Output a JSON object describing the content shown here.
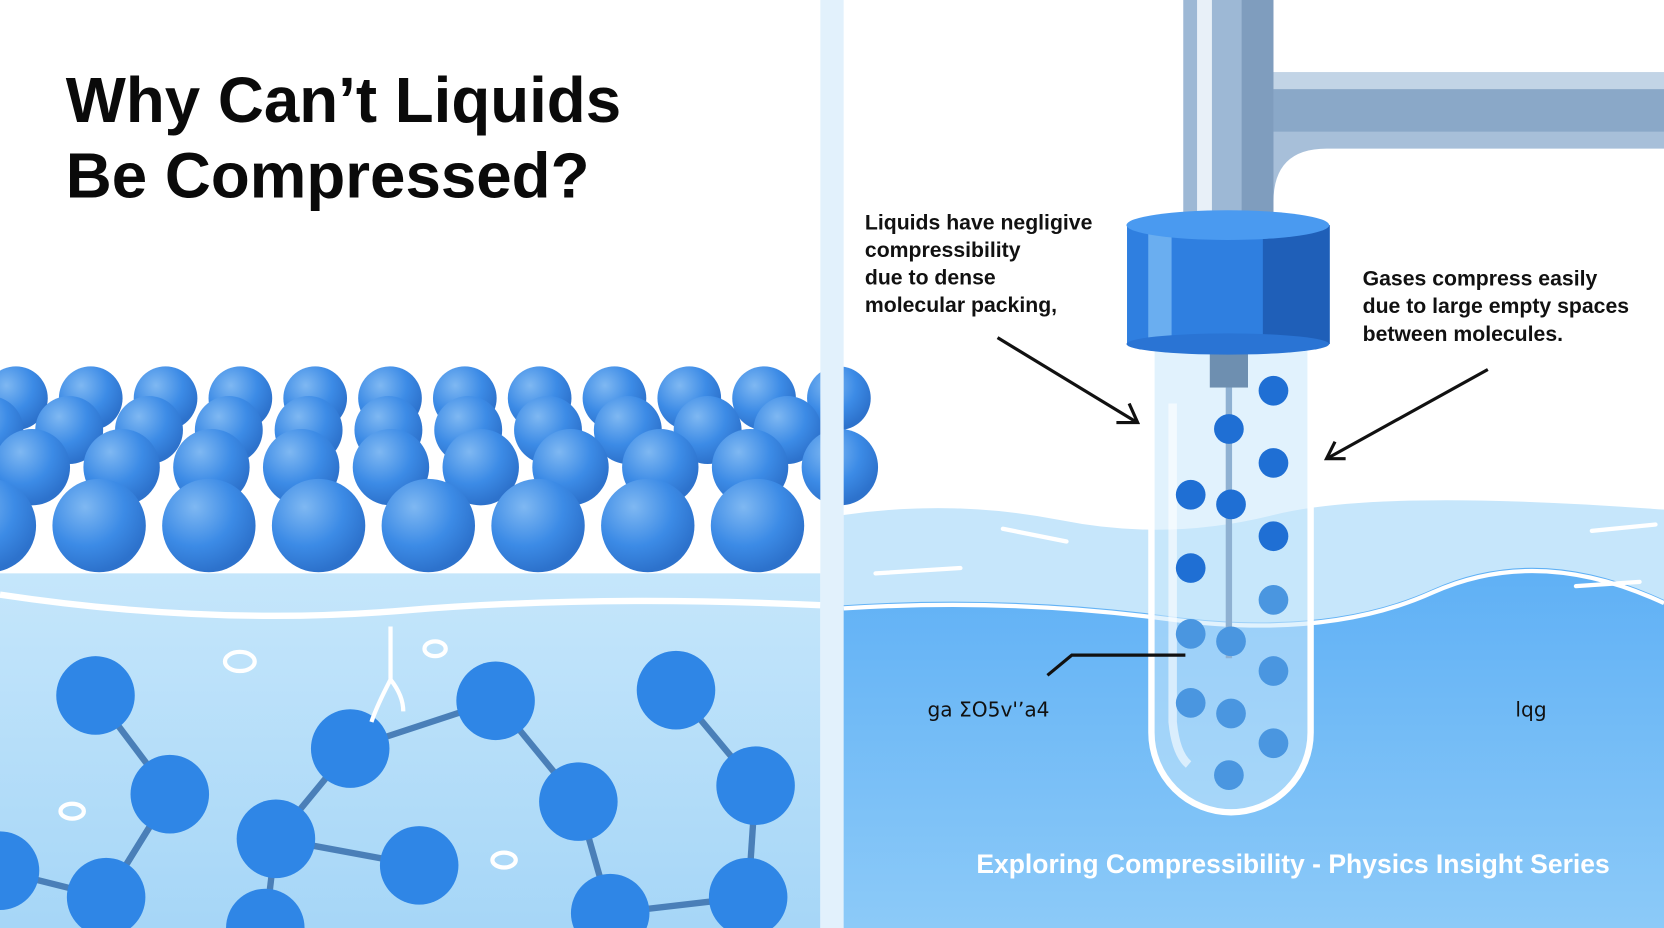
{
  "title": {
    "line1": "Why Can’t Liquids",
    "line2": "Be Compressed?"
  },
  "annotations": {
    "liquids": [
      "Liquids have negligive",
      "compressibility",
      "due to dense",
      "molecular packing,"
    ],
    "gases": [
      "Gases compress easily",
      "due to large empty spaces",
      "between molecules."
    ]
  },
  "labels": {
    "left": "ga  ΣO5v'ʼa4",
    "right": "lqg"
  },
  "footer": "Exploring Compressibility - Physics Insight Series",
  "colors": {
    "molecule": "#2f86e6",
    "water_light": "#c9e8fb",
    "water_deep": "#6cb8f6",
    "cap": "#2f7fe0",
    "pipe": "#9fb8d4"
  }
}
